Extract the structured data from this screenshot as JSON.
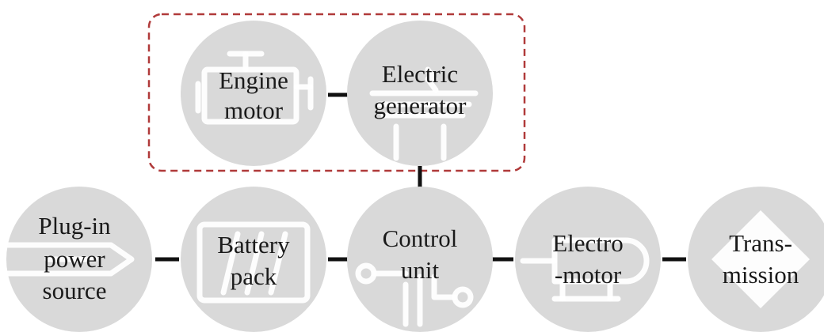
{
  "nodes": {
    "engine": {
      "line1": "Engine",
      "line2": "motor",
      "icon": "engine-icon"
    },
    "generator": {
      "line1": "Electric",
      "line2": "generator",
      "icon": "generator-icon"
    },
    "plugin": {
      "line1": "Plug-in",
      "line2": "power",
      "line3": "source",
      "icon": "plug-icon"
    },
    "battery": {
      "line1": "Battery",
      "line2": "pack",
      "icon": "battery-icon"
    },
    "control": {
      "line1": "Control",
      "line2": "unit",
      "icon": "circuit-icon"
    },
    "electromotor": {
      "line1": "Electro",
      "line2": "-motor",
      "icon": "motor-icon"
    },
    "transmission": {
      "line1": "Trans-",
      "line2": "mission",
      "icon": "diamond-icon"
    }
  },
  "colors": {
    "node_fill": "#d9d9d9",
    "connector": "#111111",
    "group_border": "#b03a3a",
    "text": "#1a1a1a"
  }
}
